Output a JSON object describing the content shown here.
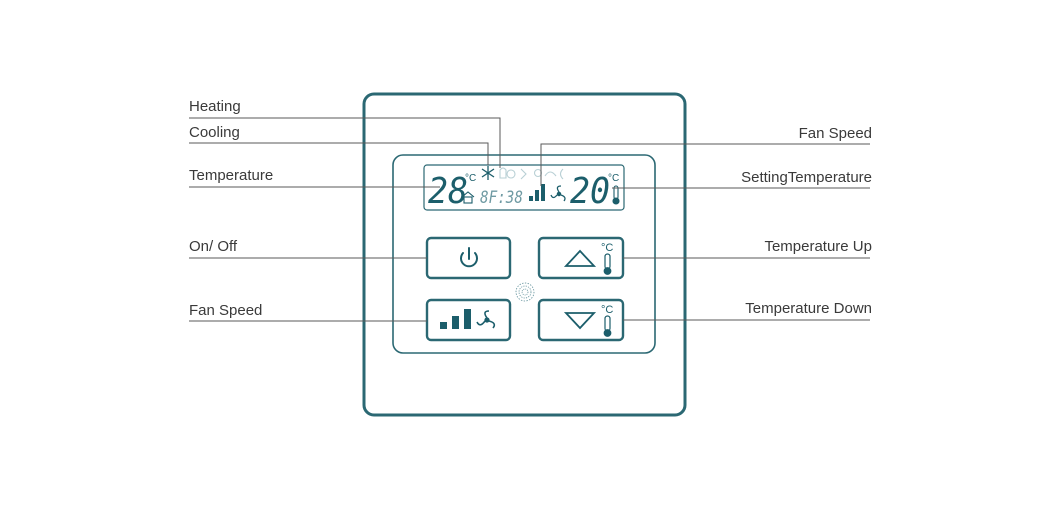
{
  "colors": {
    "device_outline": "#2b6873",
    "lcd_ink": "#1c5e6b",
    "lcd_faint": "#b9d0d5",
    "leader_line": "#5a5a5a",
    "label_text": "#3a3a3a"
  },
  "lcd": {
    "room_temp": "28",
    "room_unit": "°C",
    "clock": "8F:38",
    "set_temp": "20",
    "set_unit": "°C"
  },
  "buttons": {
    "up_unit": "°C",
    "down_unit": "°C"
  },
  "icons": [
    "snowflake-icon",
    "heating-icon",
    "fan-speed-bars-icon",
    "fan-icon",
    "home-icon",
    "thermometer-icon",
    "power-icon",
    "arrow-up-icon",
    "arrow-down-icon"
  ],
  "labels": {
    "left": [
      "Heating",
      "Cooling",
      "Temperature",
      "On/ Off",
      "Fan Speed"
    ],
    "right": [
      "Fan Speed",
      "SettingTemperature",
      "Temperature Up",
      "Temperature Down"
    ]
  }
}
